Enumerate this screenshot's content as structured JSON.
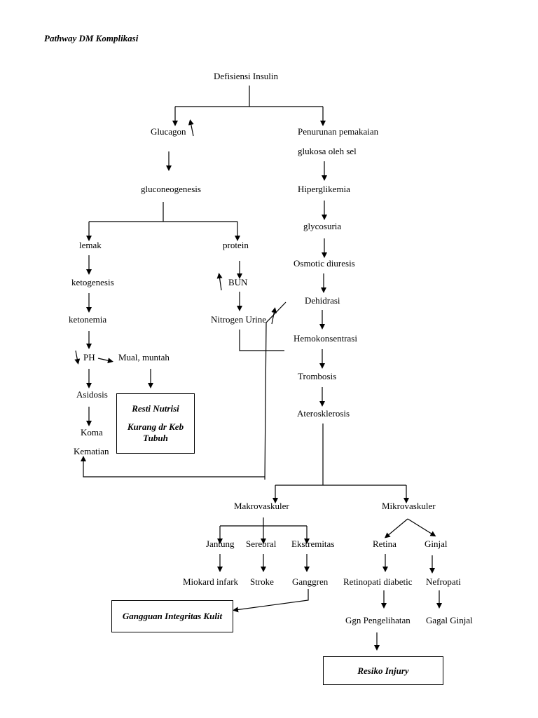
{
  "title": "Pathway DM Komplikasi",
  "nodes": {
    "defisiensi_insulin": "Defisiensi Insulin",
    "glucagon": "Glucagon",
    "penurunan_1": "Penurunan pemakaian",
    "penurunan_2": "glukosa oleh sel",
    "gluconeogenesis": "gluconeogenesis",
    "hiperglikemia": "Hiperglikemia",
    "glycosuria": "glycosuria",
    "lemak": "lemak",
    "protein": "protein",
    "osmotic_diuresis": "Osmotic diuresis",
    "ketogenesis": "ketogenesis",
    "bun": "BUN",
    "dehidrasi": "Dehidrasi",
    "ketonemia": "ketonemia",
    "nitrogen_urine": "Nitrogen Urine",
    "hemokonsentrasi": "Hemokonsentrasi",
    "ph": "PH",
    "mual_muntah": "Mual, muntah",
    "trombosis": "Trombosis",
    "asidosis": "Asidosis",
    "aterosklerosis": "Aterosklerosis",
    "koma": "Koma",
    "kematian": "Kematian",
    "makrovaskuler": "Makrovaskuler",
    "mikrovaskuler": "Mikrovaskuler",
    "jantung": "Jantung",
    "serebral": "Serebral",
    "ekstremitas": "Ekstremitas",
    "retina": "Retina",
    "ginjal": "Ginjal",
    "miokard_infark": "Miokard infark",
    "stroke": "Stroke",
    "ganggren": "Ganggren",
    "retinopati": "Retinopati diabetic",
    "nefropati": "Nefropati",
    "gangguan_pengelihatan": "Ggn Pengelihatan",
    "gagal_ginjal": "Gagal Ginjal"
  },
  "boxes": {
    "resti_nutrisi_1": "Resti Nutrisi",
    "resti_nutrisi_2": "Kurang dr Keb",
    "resti_nutrisi_3": "Tubuh",
    "gangguan_integritas_kulit": "Gangguan Integritas Kulit",
    "resiko_injury": "Resiko Injury"
  }
}
